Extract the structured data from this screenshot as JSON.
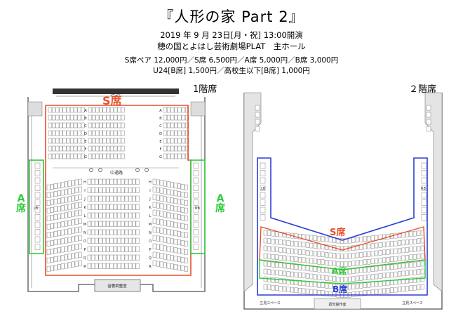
{
  "header": {
    "title": "『人形の家 Part 2』",
    "date_line": "2019 年 9 月 23日[月・祝] 13:00開演",
    "venue_line": "穂の国とよはし芸術劇場PLAT　主ホール",
    "price_line_1": "S席ペア 12,000円／S席 6,500円／A席 5,000円／B席 3,000円",
    "price_line_2": "U24[B席] 1,500円／高校生以下[B席] 1,000円"
  },
  "floor1": {
    "label": "1階席",
    "width_label": "14.5m",
    "aisle_label": "中通路",
    "sound_booth_label": "音響調整室",
    "rows_front": [
      "A",
      "B",
      "C",
      "D",
      "E",
      "F",
      "G"
    ],
    "rows_back": [
      "H",
      "I",
      "J",
      "K",
      "L",
      "M",
      "N",
      "O",
      "P",
      "Q",
      "R"
    ],
    "box_labels": [
      "LB",
      "RB"
    ],
    "zones": {
      "s": {
        "label": "S席",
        "color": "#e8502a"
      },
      "a_left": {
        "label": "A\n席",
        "color": "#2ecc3a"
      },
      "a_right": {
        "label": "A\n席",
        "color": "#2ecc3a"
      }
    }
  },
  "floor2": {
    "label": "２階席",
    "box_labels": [
      "LB",
      "RB"
    ],
    "space_left": "立見スペース",
    "space_right": "立見スペース",
    "operation_room": "調光操作室",
    "zones": {
      "s": {
        "label": "S席",
        "color": "#e8502a"
      },
      "a": {
        "label": "A席",
        "color": "#2ecc3a"
      },
      "b": {
        "label": "B席",
        "color": "#2b3fd6"
      }
    }
  }
}
